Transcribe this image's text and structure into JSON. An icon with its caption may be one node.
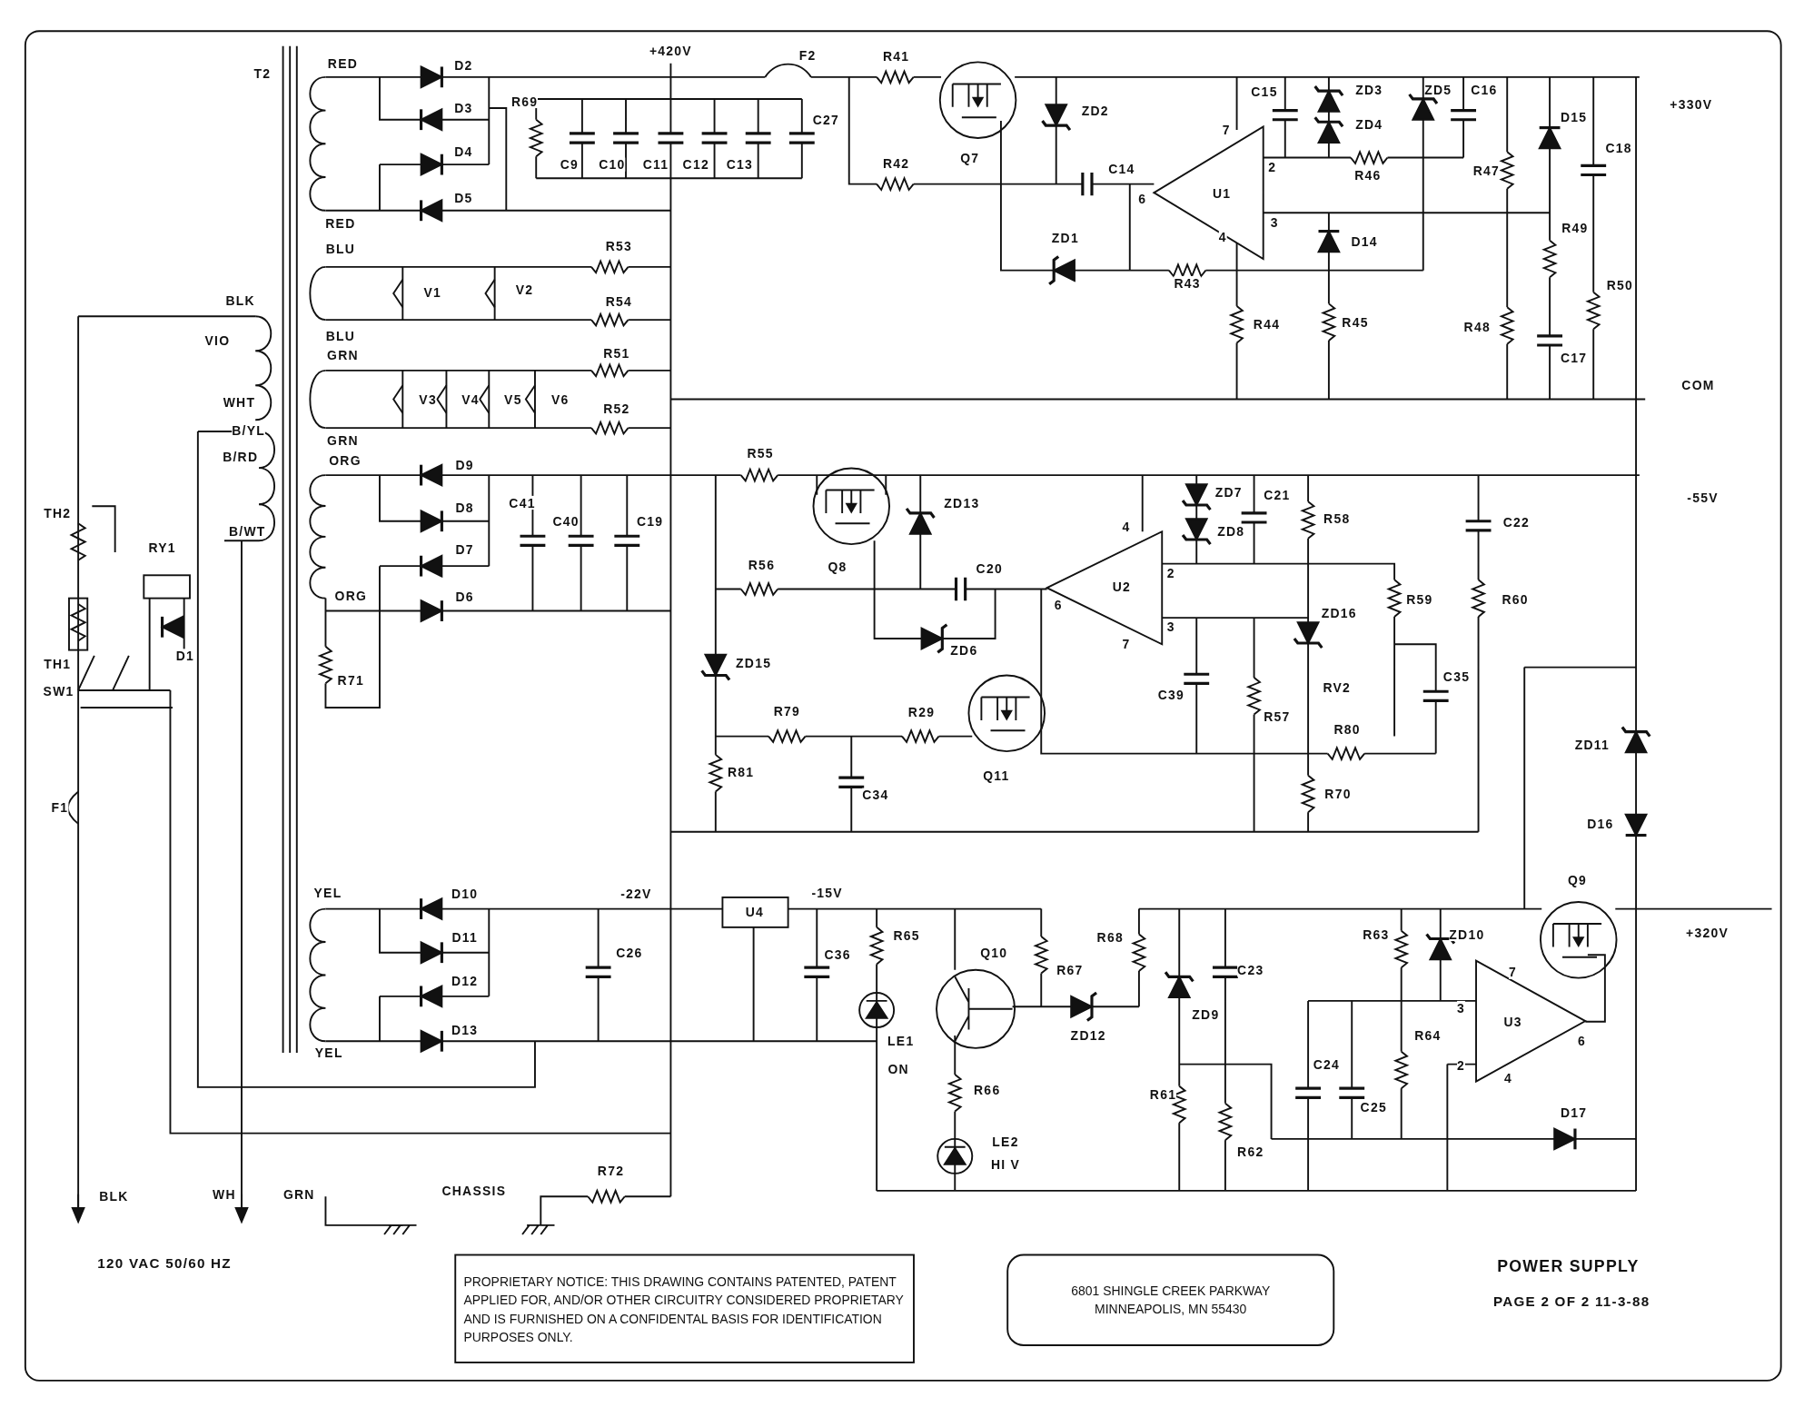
{
  "diagram": {
    "title": "POWER SUPPLY",
    "nodes": [
      {
        "text": [
          "PROPRIETARY NOTICE:  THIS DRAWING CONTAINS PATENTED, PATENT APPLIED FOR, AND/OR OTHER CIRCUITRY CONSIDERED PROPRIETARY AND IS FURNISHED ON A CONFIDENTAL BASIS FOR IDENTIFICATION PURPOSES ONLY."
        ]
      },
      {
        "text": [
          "6801 SHINGLE CREEK PARKWAY",
          "MINNEAPOLIS, MN 55430"
        ]
      }
    ],
    "labels": [
      "T2",
      "RED",
      "D2",
      "+420V",
      "F2",
      "R41",
      "R69",
      "D3",
      "C27",
      "ZD2",
      "C15",
      "ZD3",
      "ZD5",
      "C16",
      "+330V",
      "D15",
      "ZD4",
      "7",
      "C18",
      "D4",
      "Q7",
      "R42",
      "C9",
      "C10",
      "C11",
      "C12",
      "C13",
      "C14",
      "2",
      "U1",
      "R46",
      "R47",
      "D5",
      "6",
      "3",
      "RED",
      "R49",
      "4",
      "ZD1",
      "D14",
      "BLU",
      "R53",
      "R43",
      "R50",
      "V1",
      "V2",
      "BLK",
      "R54",
      "R44",
      "R45",
      "R48",
      "BLU",
      "VIO",
      "R51",
      "GRN",
      "C17",
      "COM",
      "V3",
      "V4",
      "V5",
      "V6",
      "WHT",
      "R52",
      "B/YL",
      "GRN",
      "R55",
      "B/RD",
      "ORG",
      "D9",
      "ZD7",
      "C21",
      "-55V",
      "C41",
      "ZD13",
      "D8",
      "TH2",
      "R58",
      "C40",
      "C19",
      "C22",
      "4",
      "ZD8",
      "B/WT",
      "RY1",
      "D7",
      "Q8",
      "R56",
      "C20",
      "2",
      "U2",
      "ORG",
      "D6",
      "R59",
      "R60",
      "6",
      "ZD16",
      "3",
      "7",
      "ZD6",
      "D1",
      "ZD15",
      "TH1",
      "C35",
      "R71",
      "RV2",
      "SW1",
      "C39",
      "R79",
      "R29",
      "R57",
      "R80",
      "ZD11",
      "R81",
      "Q11",
      "R70",
      "C34",
      "F1",
      "D16",
      "Q9",
      "YEL",
      "D10",
      "-22V",
      "U4",
      "-15V",
      "+320V",
      "R63",
      "ZD10",
      "R65",
      "R68",
      "D11",
      "Q10",
      "C36",
      "C26",
      "R67",
      "C23",
      "7",
      "D12",
      "3",
      "U3",
      "ZD9",
      "R64",
      "ZD12",
      "D13",
      "LE1",
      "6",
      "YEL",
      "C24",
      "2",
      "ON",
      "4",
      "R66",
      "R61",
      "C25",
      "D17",
      "LE2",
      "R62",
      "HI V",
      "R72",
      "CHASSIS",
      "WH",
      "GRN",
      "BLK",
      "120 VAC 50/60 HZ",
      "PAGE 2 OF 2 11-3-88"
    ]
  }
}
